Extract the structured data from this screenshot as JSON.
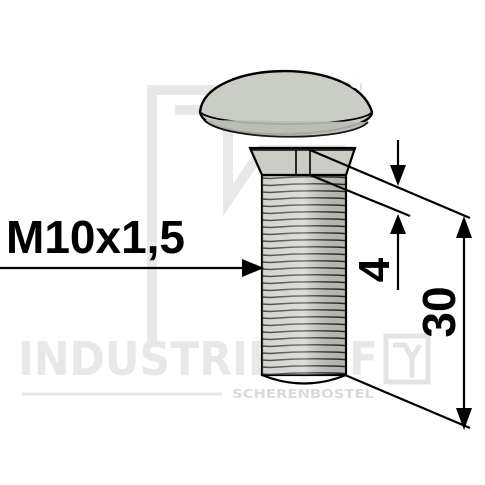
{
  "drawing": {
    "thread_label": "M10x1,5",
    "neck_dimension": "4",
    "length_dimension": "30"
  },
  "watermark": {
    "brand": "INDUSTRIEHOF",
    "subtitle": "SCHERENBOSTEL",
    "registered_mark": "®"
  },
  "colors": {
    "ink": "#000000",
    "bolt_fill": "#c9cdc5",
    "bolt_shadow": "#a8ada4",
    "watermark": "#e6e6e6"
  }
}
